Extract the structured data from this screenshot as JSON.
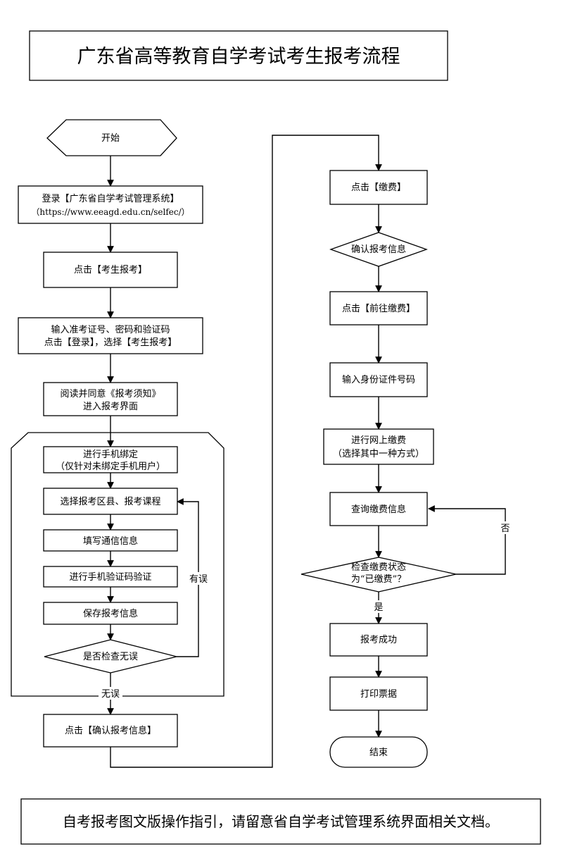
{
  "title": "广东省高等教育自学考试考生报考流程",
  "footer": "自考报考图文版操作指引，请留意省自学考试管理系统界面相关文档。",
  "nodes": {
    "start": [
      "开始"
    ],
    "login": [
      "登录【广东省自学考试管理系统】",
      "（https://www.eeagd.edu.cn/selfec/）"
    ],
    "click_kaosheng": [
      "点击【考生报考】"
    ],
    "input_creds": [
      "输入准考证号、密码和验证码",
      "点击【登录】，选择【考生报考】"
    ],
    "read_agree": [
      "阅读并同意《报考须知》",
      "进入报考界面"
    ],
    "bind_phone": [
      "进行手机绑定",
      "（仅针对未绑定手机用户）"
    ],
    "select_course": [
      "选择报考区县、报考课程"
    ],
    "fill_contact": [
      "填写通信信息"
    ],
    "phone_verify": [
      "进行手机验证码验证"
    ],
    "save_info": [
      "保存报考信息"
    ],
    "check_ok": [
      "是否检查无误"
    ],
    "confirm_info": [
      "点击【确认报考信息】"
    ],
    "click_pay": [
      "点击【缴费】"
    ],
    "confirm_check": [
      "确认报考信息"
    ],
    "go_pay": [
      "点击【前往缴费】"
    ],
    "input_id": [
      "输入身份证件号码"
    ],
    "online_pay": [
      "进行网上缴费",
      "（选择其中一种方式）"
    ],
    "query_pay": [
      "查询缴费信息"
    ],
    "check_status": [
      "检查缴费状态",
      "为“已缴费”？"
    ],
    "success": [
      "报考成功"
    ],
    "print": [
      "打印票据"
    ],
    "end": [
      "结束"
    ]
  },
  "edge_labels": {
    "error": "有误",
    "no_error": "无误",
    "no": "否",
    "yes": "是"
  }
}
